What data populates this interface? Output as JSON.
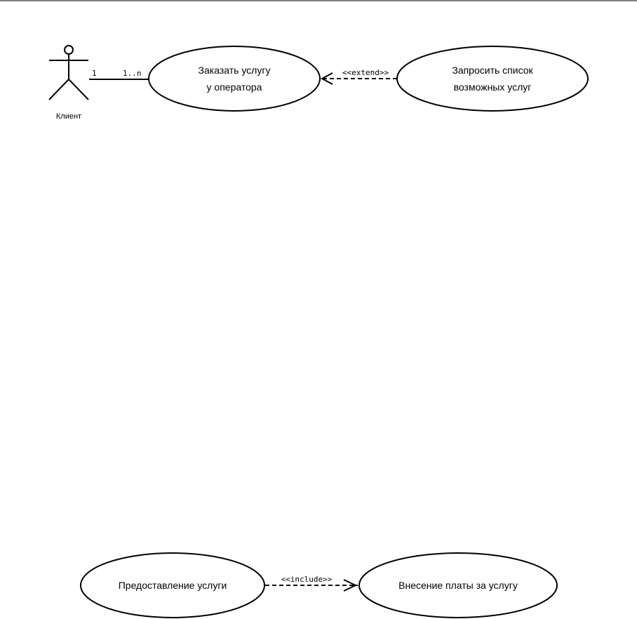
{
  "actor": {
    "label": "Клиент"
  },
  "association": {
    "mult_actor": "1",
    "mult_usecase": "1..n"
  },
  "usecases": {
    "order_service": {
      "line1": "Заказать услугу",
      "line2": "у оператора"
    },
    "request_list": {
      "line1": "Запросить список",
      "line2": "возможных услуг"
    },
    "provide_service": {
      "line1": "Предоставление услуги"
    },
    "payment": {
      "line1": "Внесение платы за услугу"
    }
  },
  "relations": {
    "extend_label": "<<extend>>",
    "include_label": "<<include>>"
  },
  "colors": {
    "stroke": "#000000",
    "fill": "#ffffff"
  }
}
